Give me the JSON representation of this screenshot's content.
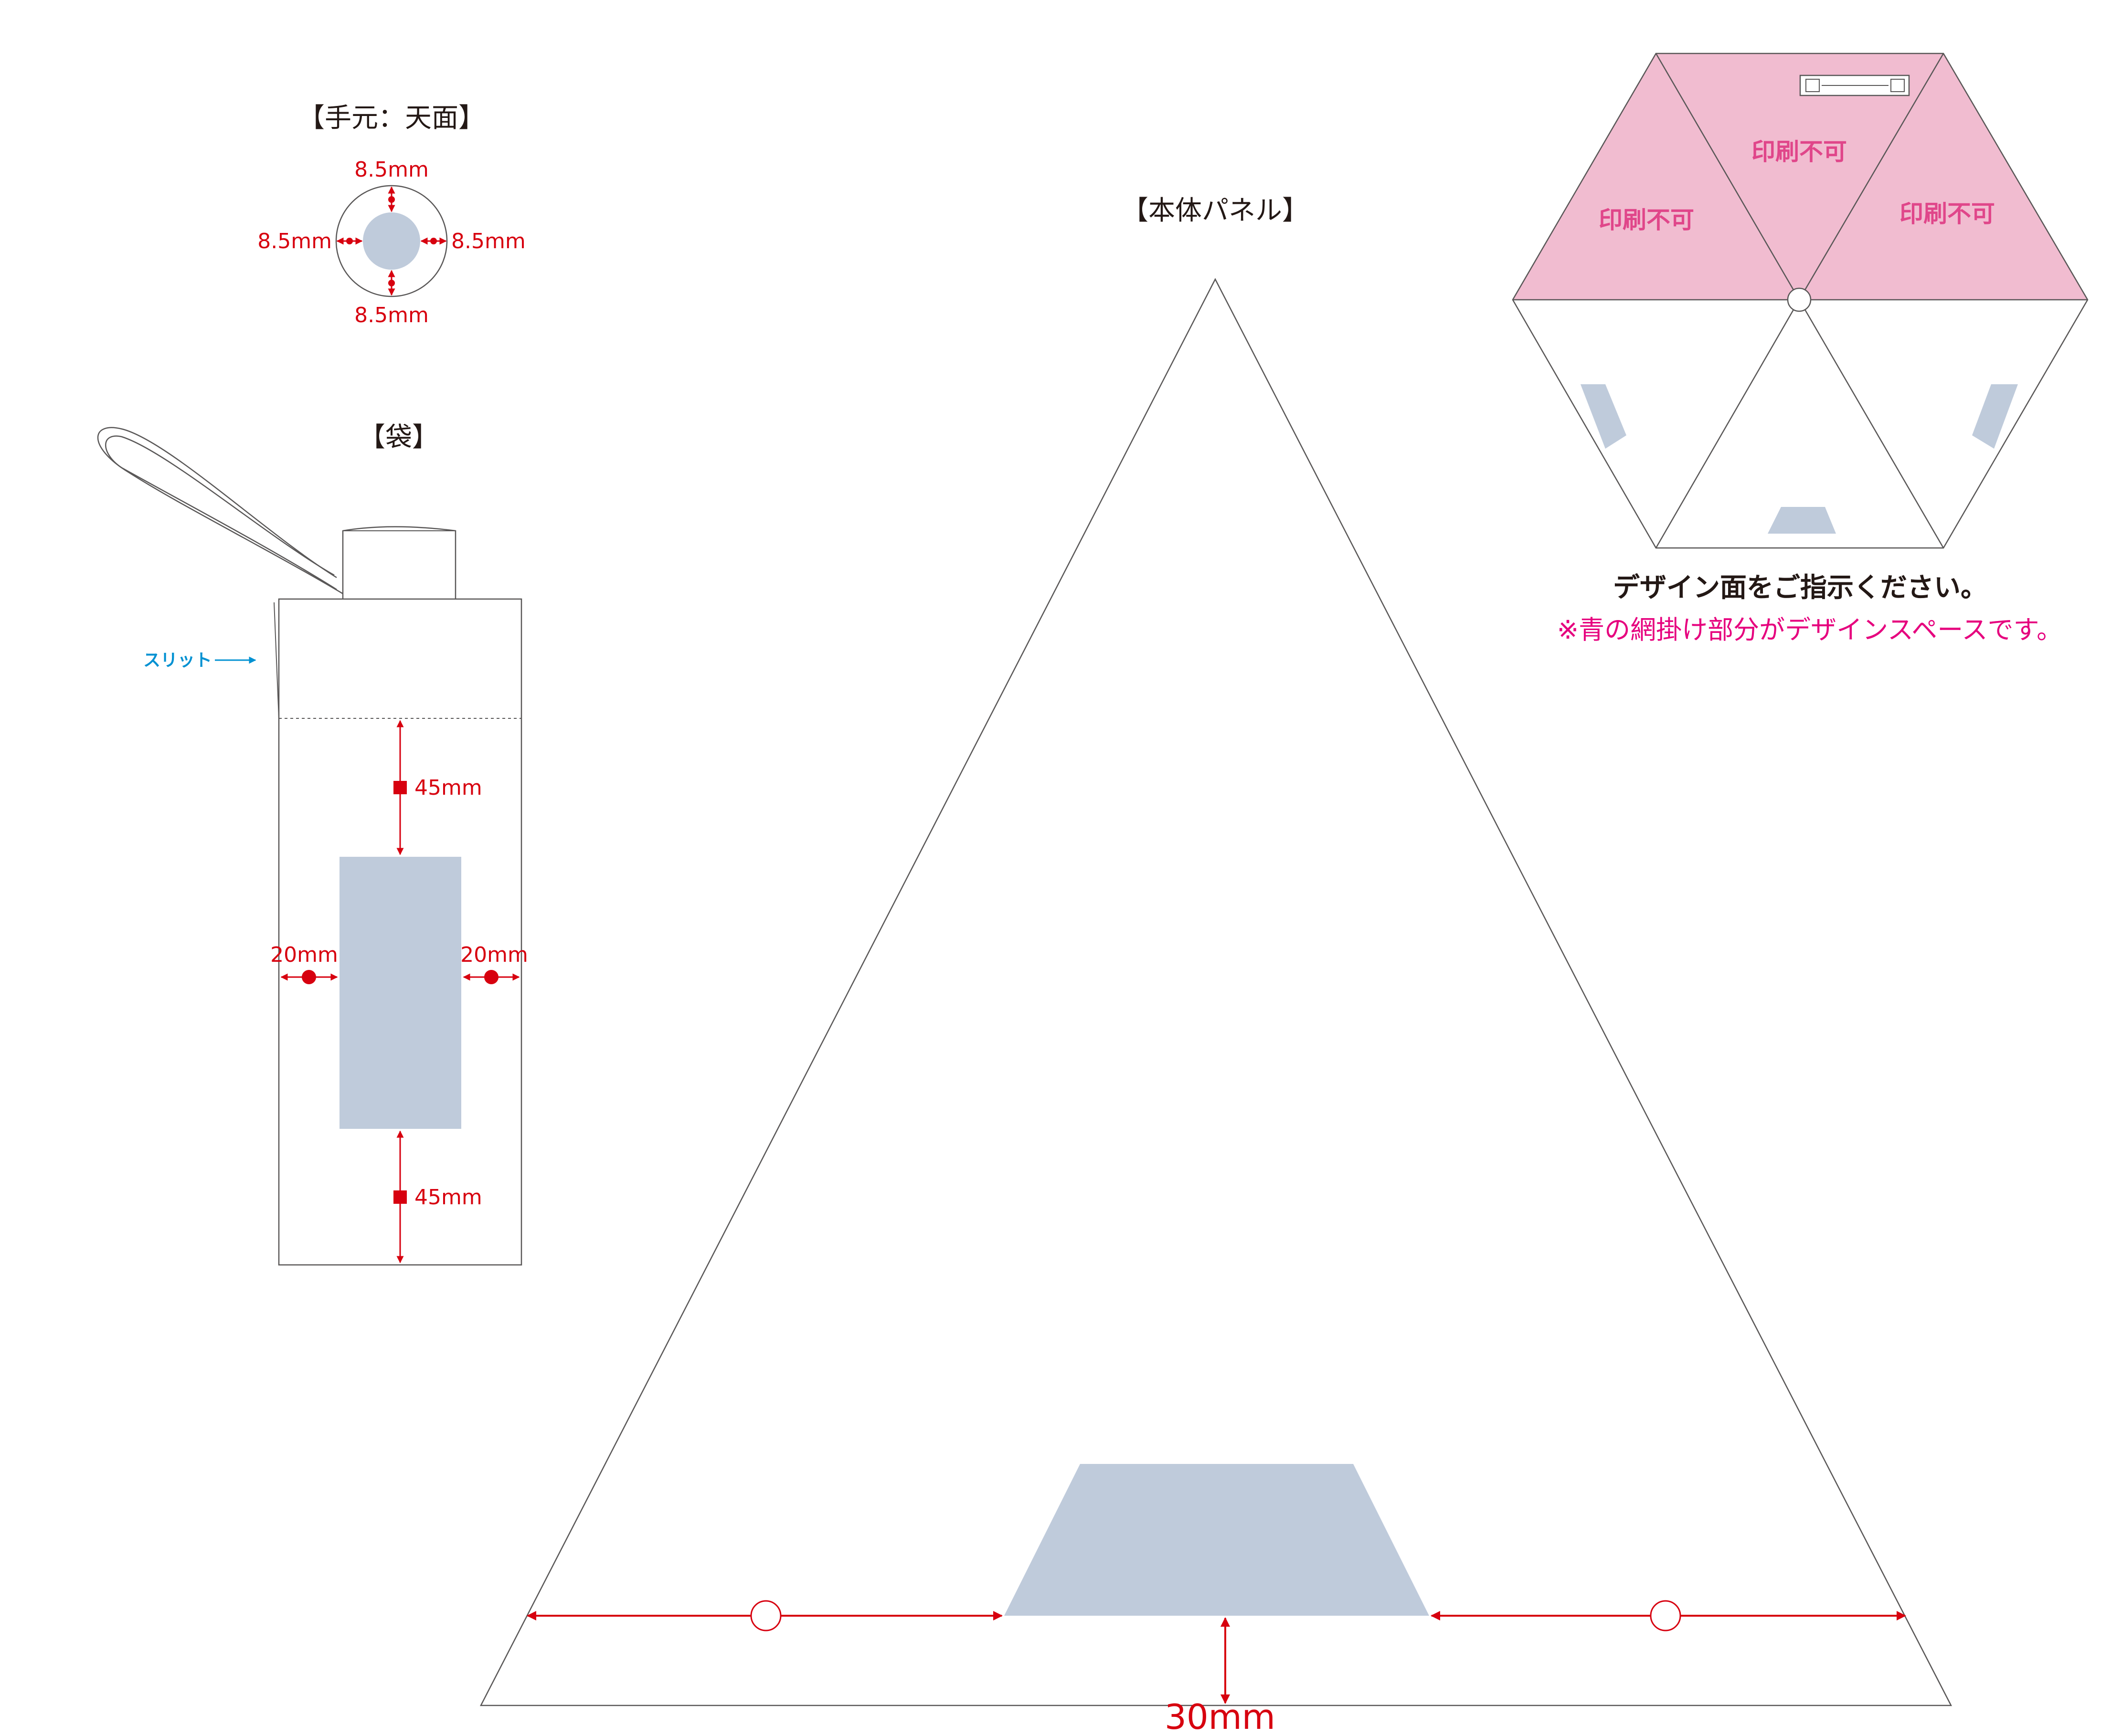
{
  "handle": {
    "title": "【手元：天面】",
    "dim_top": "8.5mm",
    "dim_bottom": "8.5mm",
    "dim_left": "8.5mm",
    "dim_right": "8.5mm"
  },
  "bag": {
    "title": "【袋】",
    "slit_label": "スリット",
    "dim_top": "45mm",
    "dim_bottom": "45mm",
    "dim_left": "20mm",
    "dim_right": "20mm"
  },
  "panel": {
    "title": "【本体パネル】",
    "dim_bottom": "30mm"
  },
  "umbrella": {
    "no_print_labels": [
      "印刷不可",
      "印刷不可",
      "印刷不可"
    ],
    "note_main": "デザイン面をご指示ください。",
    "note_sub": "※青の網掛け部分がデザインスペースです。"
  },
  "colors": {
    "design_area": "#bfcbdb",
    "no_print": "#f1bcd0",
    "dimension": "#d7000f",
    "outline": "#595757",
    "slit_arrow": "#0091d2",
    "note_pink": "#e6007e"
  }
}
